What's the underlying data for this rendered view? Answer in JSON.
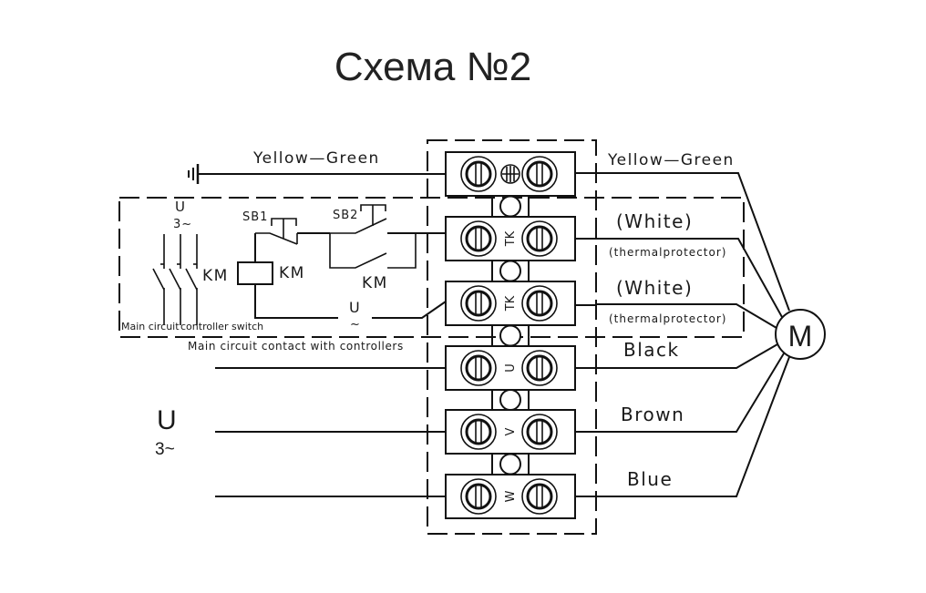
{
  "title": "Схема №2",
  "ground_wire": {
    "left_label": "Yellow—Green",
    "right_label": "Yellow—Green"
  },
  "control_circuit": {
    "supply_label": "U",
    "supply_phase": "3~",
    "km_contacts_label": "KM",
    "sb1_label": "SB1",
    "sb2_label": "SB2",
    "coil_label": "KM",
    "hold_contact_label": "KM",
    "control_voltage_label": "U",
    "control_voltage_symbol": "~",
    "main_circuit_label": "Main circuit",
    "controller_switch_label": "controller switch",
    "box_caption": "Main circuit contact with controllers"
  },
  "supply": {
    "label": "U",
    "phase": "3~"
  },
  "terminals": [
    {
      "id": "ground",
      "mark": "⏚",
      "wire_label": "Yellow—Green",
      "sub_label": ""
    },
    {
      "id": "tk1",
      "mark": "TK",
      "wire_label": "(White)",
      "sub_label": "(thermalprotector)"
    },
    {
      "id": "tk2",
      "mark": "TK",
      "wire_label": "(White)",
      "sub_label": "(thermalprotector)"
    },
    {
      "id": "u",
      "mark": "U",
      "wire_label": "Black",
      "sub_label": ""
    },
    {
      "id": "v",
      "mark": "V",
      "wire_label": "Brown",
      "sub_label": ""
    },
    {
      "id": "w",
      "mark": "W",
      "wire_label": "Blue",
      "sub_label": ""
    }
  ],
  "motor": {
    "label": "M"
  }
}
